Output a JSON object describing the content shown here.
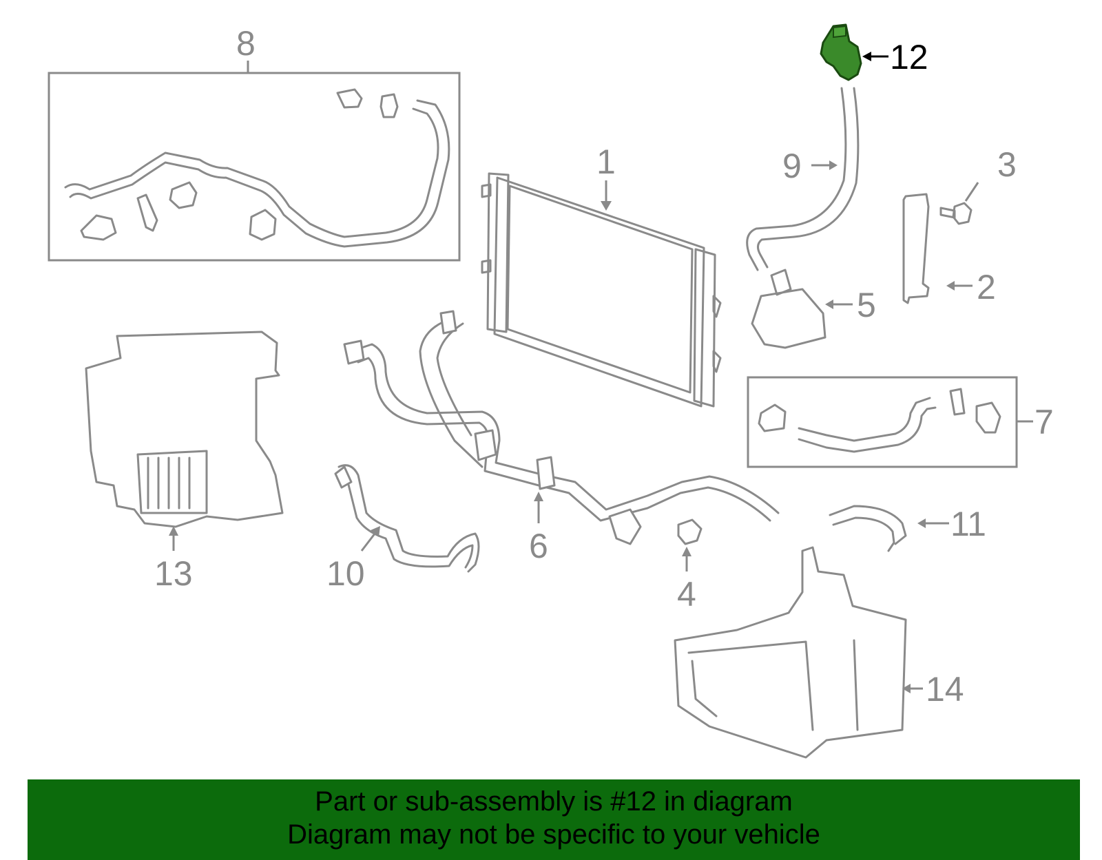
{
  "diagram": {
    "highlighted_part": "12",
    "highlight_color": "#3a8a2a",
    "line_color": "#8a8a8a",
    "callouts": [
      "1",
      "2",
      "3",
      "4",
      "5",
      "6",
      "7",
      "8",
      "9",
      "10",
      "11",
      "12",
      "13",
      "14"
    ]
  },
  "banner": {
    "line1": "Part or sub-assembly is #12 in diagram",
    "line2": "Diagram may not be specific to your vehicle",
    "background": "#0c6b0c"
  }
}
